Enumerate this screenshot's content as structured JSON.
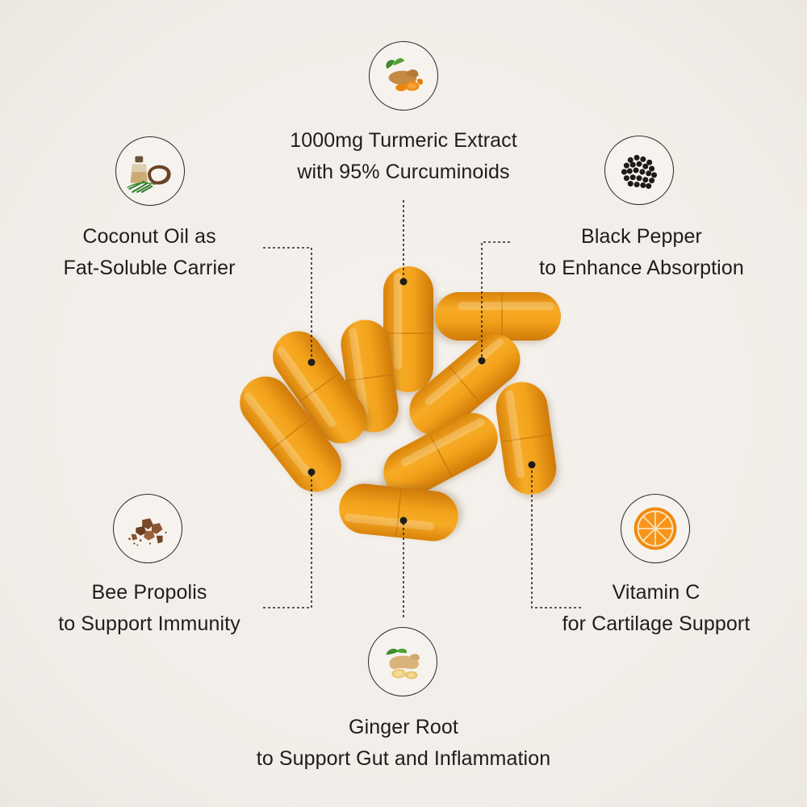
{
  "ingredients": {
    "turmeric": {
      "icon": "turmeric-root-icon",
      "line1": "1000mg Turmeric Extract",
      "line2": "with 95% Curcuminoids"
    },
    "coconut": {
      "icon": "coconut-oil-icon",
      "line1": "Coconut Oil as",
      "line2": "Fat-Soluble Carrier"
    },
    "pepper": {
      "icon": "black-pepper-icon",
      "line1": "Black Pepper",
      "line2": "to Enhance Absorption"
    },
    "propolis": {
      "icon": "bee-propolis-icon",
      "line1": "Bee Propolis",
      "line2": "to Support Immunity"
    },
    "vitaminc": {
      "icon": "orange-slice-icon",
      "line1": "Vitamin C",
      "line2": "for Cartilage Support"
    },
    "ginger": {
      "icon": "ginger-root-icon",
      "line1": "Ginger Root",
      "line2": "to Support Gut and Inflammation"
    }
  },
  "colors": {
    "background": "#f3efea",
    "capsule": "#f0a11c",
    "text": "#1f1d1b",
    "leader": "#2a2724"
  }
}
